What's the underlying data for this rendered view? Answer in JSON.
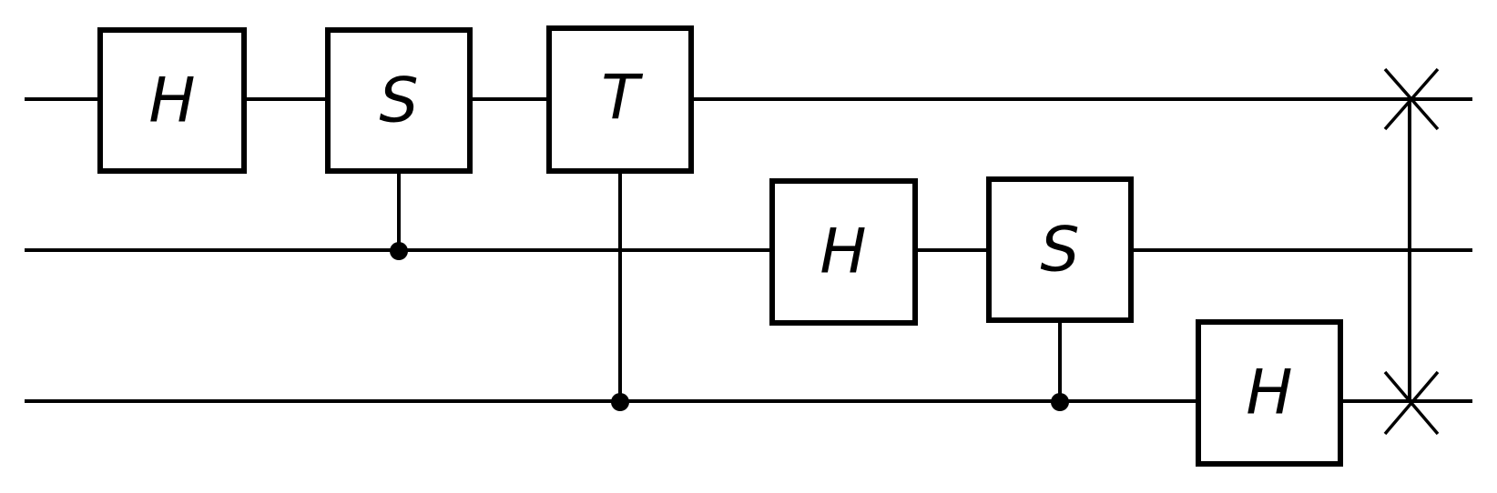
{
  "circuit": {
    "qubit_count": 3,
    "gates": [
      {
        "id": "h1",
        "label": "H",
        "qubit": 0,
        "type": "single"
      },
      {
        "id": "cs1",
        "label": "S",
        "qubit": 0,
        "control": 1,
        "type": "controlled"
      },
      {
        "id": "ct1",
        "label": "T",
        "qubit": 0,
        "control": 2,
        "type": "controlled"
      },
      {
        "id": "h2",
        "label": "H",
        "qubit": 1,
        "type": "single"
      },
      {
        "id": "cs2",
        "label": "S",
        "qubit": 1,
        "control": 2,
        "type": "controlled"
      },
      {
        "id": "h3",
        "label": "H",
        "qubit": 2,
        "type": "single"
      },
      {
        "id": "swap1",
        "type": "swap",
        "qubits": [
          0,
          2
        ]
      }
    ]
  },
  "colors": {
    "wire": "#000000",
    "gate_fill": "#ffffff",
    "background": "#ffffff"
  }
}
